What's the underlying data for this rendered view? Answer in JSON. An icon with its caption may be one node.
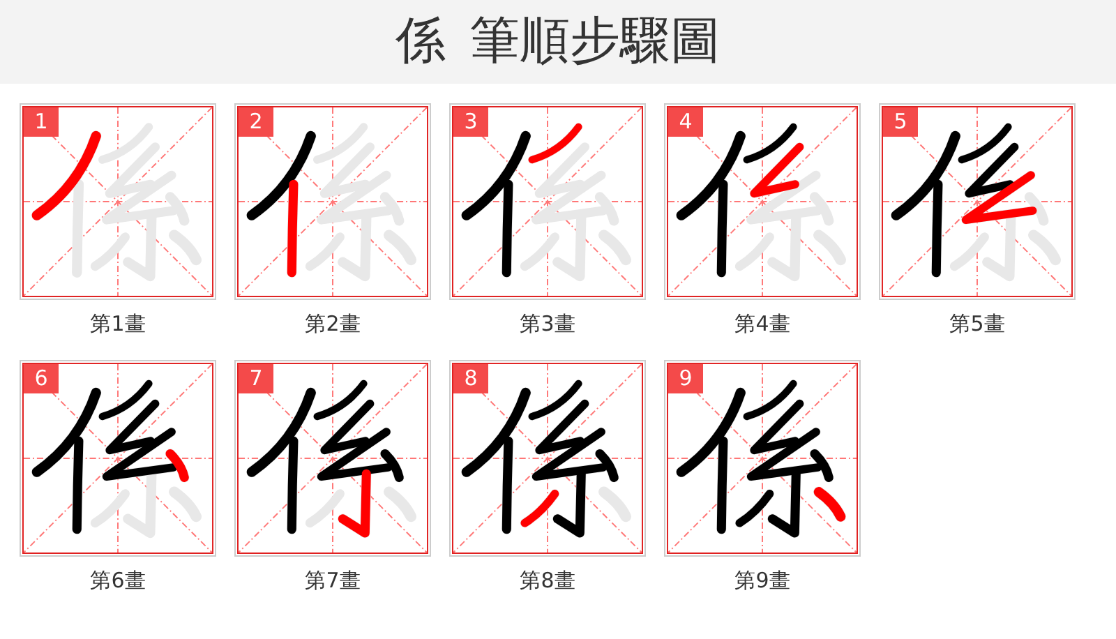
{
  "diagram": {
    "title": "係 筆順步驟圖",
    "nodes": [
      {
        "text": [
          "1"
        ],
        "beside": [
          "第1畫"
        ]
      },
      {
        "text": [
          "2"
        ],
        "beside": [
          "第2畫"
        ]
      },
      {
        "text": [
          "3"
        ],
        "beside": [
          "第3畫"
        ]
      },
      {
        "text": [
          "4"
        ],
        "beside": [
          "第4畫"
        ]
      },
      {
        "text": [
          "5"
        ],
        "beside": [
          "第5畫"
        ]
      },
      {
        "text": [
          "6"
        ],
        "beside": [
          "第6畫"
        ]
      },
      {
        "text": [
          "7"
        ],
        "beside": [
          "第7畫"
        ]
      },
      {
        "text": [
          "8"
        ],
        "beside": [
          "第8畫"
        ]
      },
      {
        "text": [
          "9"
        ],
        "beside": [
          "第9畫"
        ]
      }
    ]
  }
}
